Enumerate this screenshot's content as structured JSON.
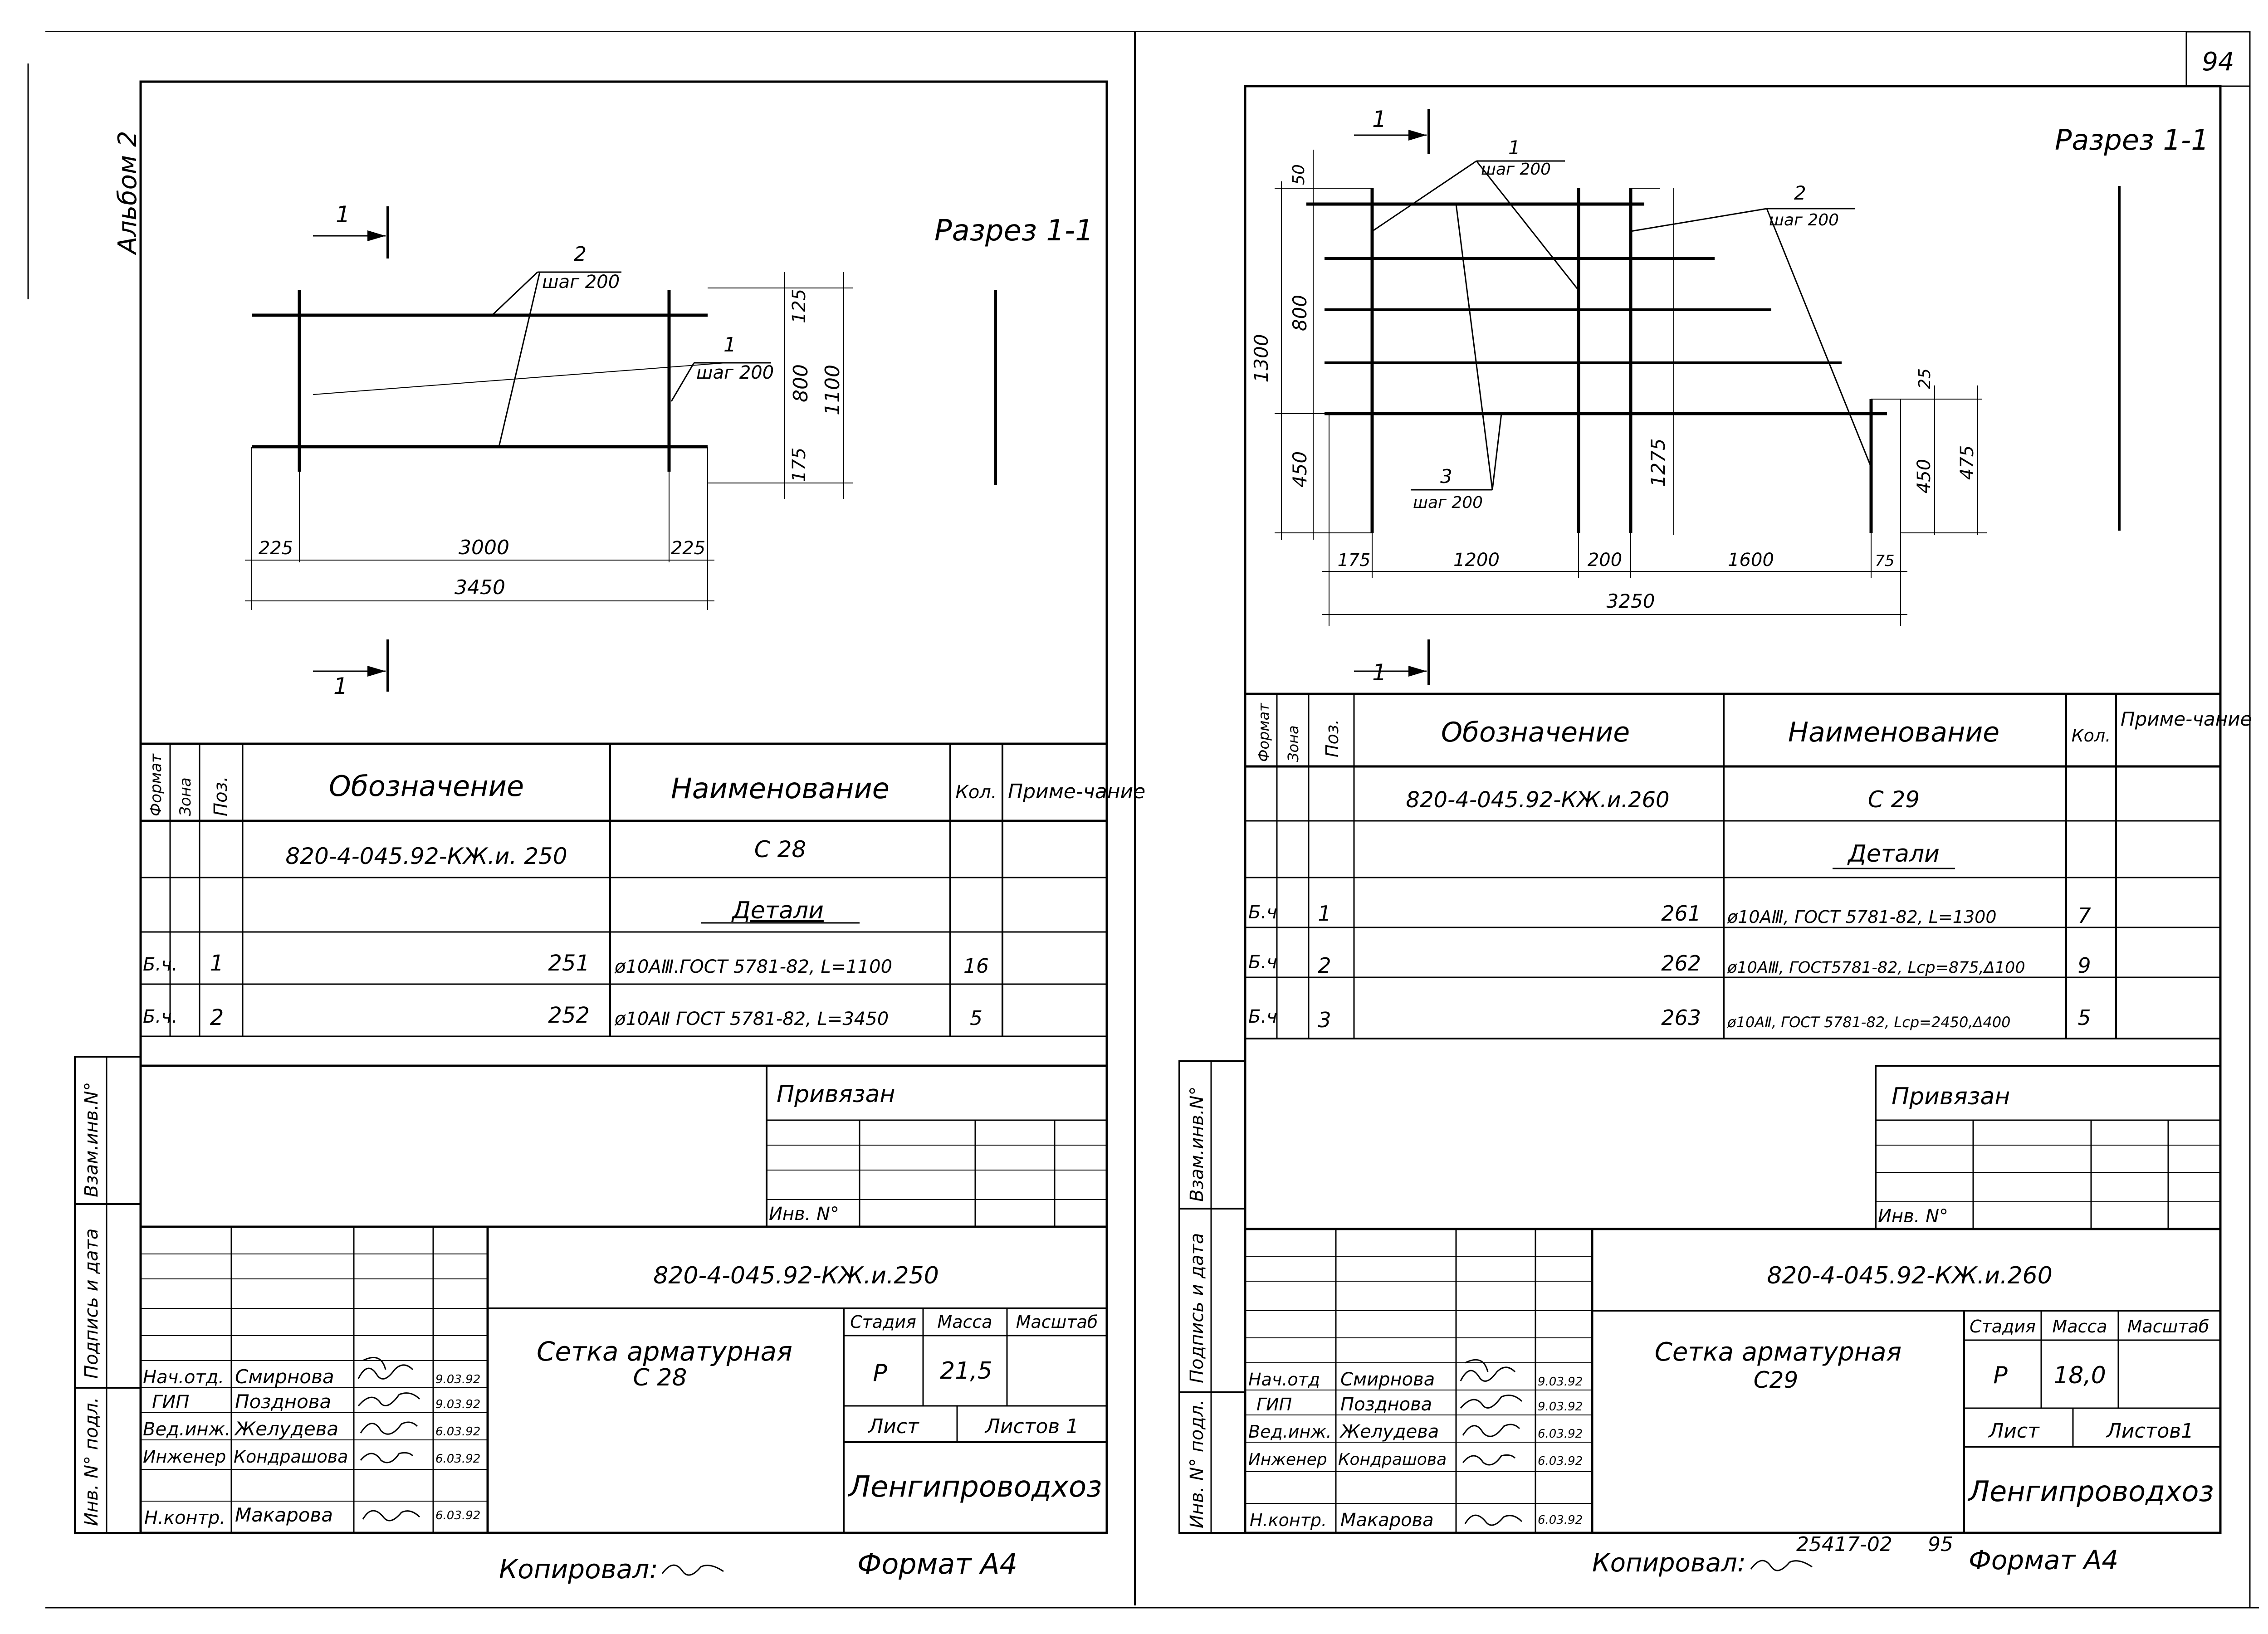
{
  "page_number": "94",
  "album": "Альбом 2",
  "left_sheet": {
    "section_title": "Разрез 1-1",
    "cut_mark": "1",
    "leader_1": {
      "pos": "1",
      "step": "шаг 200"
    },
    "leader_2": {
      "pos": "2",
      "step": "шаг 200"
    },
    "dims": {
      "top_125": "125",
      "mid_800": "800",
      "bot_175": "175",
      "total_1100": "1100",
      "left_225": "225",
      "span_3000": "3000",
      "right_225": "225",
      "total_3450": "3450"
    },
    "spec": {
      "headers": {
        "format": "Формат",
        "zone": "Зона",
        "pos": "Поз.",
        "designation": "Обозначение",
        "name": "Наименование",
        "qty": "Кол.",
        "note": "Приме-чание"
      },
      "item_designation": "820-4-045.92-КЖ.и. 250",
      "item_name": "С 28",
      "details_label": "Детали",
      "rows": [
        {
          "format": "Б.ч.",
          "pos": "1",
          "designation": "251",
          "name": "ø10АⅢ.ГОСТ 5781-82, L=1100",
          "qty": "16"
        },
        {
          "format": "Б.ч.",
          "pos": "2",
          "designation": "252",
          "name": "ø10АⅡ ГОСТ 5781-82, L=3450",
          "qty": "5"
        }
      ]
    },
    "bound_label": "Привязан",
    "inv_label": "Инв. N°",
    "doc_code": "820-4-045.92-КЖ.и.250",
    "title": "Сетка арматурная",
    "title_sub": "С 28",
    "stage_label": "Стадия",
    "mass_label": "Масса",
    "scale_label": "Масштаб",
    "stage": "Р",
    "mass": "21,5",
    "sheet_label": "Лист",
    "sheets_label": "Листов 1",
    "org": "Ленгипроводхоз",
    "staff": [
      {
        "role": "Нач.отд.",
        "name": "Смирнова",
        "date": "9.03.92"
      },
      {
        "role": "ГИП",
        "name": "Позднова",
        "date": "9.03.92"
      },
      {
        "role": "Вед.инж.",
        "name": "Желудева",
        "date": "6.03.92"
      },
      {
        "role": "Инженер",
        "name": "Кондрашова",
        "date": "6.03.92"
      },
      {
        "role": "Н.контр.",
        "name": "Макарова",
        "date": "6.03.92"
      }
    ],
    "copied_label": "Копировал:",
    "format_label": "Формат А4",
    "margin_labels": [
      "Взам.инв.N°",
      "Подпись и дата",
      "Инв. N° подл."
    ]
  },
  "right_sheet": {
    "section_title": "Разрез 1-1",
    "cut_mark": "1",
    "leader_1": {
      "pos": "1",
      "step": "шаг 200"
    },
    "leader_2": {
      "pos": "2",
      "step": "шаг 200"
    },
    "leader_3": {
      "pos": "3",
      "step": "шаг 200"
    },
    "dims": {
      "d50": "50",
      "d800": "800",
      "d1300": "1300",
      "d450": "450",
      "d1275": "1275",
      "d25": "25",
      "d450r": "450",
      "d475": "475",
      "d175": "175",
      "d1200": "1200",
      "d200": "200",
      "d1600": "1600",
      "d75": "75",
      "d3250": "3250"
    },
    "spec": {
      "headers": {
        "format": "Формат",
        "zone": "Зона",
        "pos": "Поз.",
        "designation": "Обозначение",
        "name": "Наименование",
        "qty": "Кол.",
        "note": "Приме-чание"
      },
      "item_designation": "820-4-045.92-КЖ.и.260",
      "item_name": "С 29",
      "details_label": "Детали",
      "rows": [
        {
          "format": "Б.ч",
          "pos": "1",
          "designation": "261",
          "name": "ø10АⅢ, ГОСТ 5781-82, L=1300",
          "qty": "7"
        },
        {
          "format": "Б.ч",
          "pos": "2",
          "designation": "262",
          "name": "ø10АⅢ, ГОСТ5781-82, Lср=875,Δ100",
          "qty": "9"
        },
        {
          "format": "Б.ч",
          "pos": "3",
          "designation": "263",
          "name": "ø10АⅡ, ГОСТ 5781-82, Lср=2450,Δ400",
          "qty": "5"
        }
      ]
    },
    "bound_label": "Привязан",
    "inv_label": "Инв. N°",
    "doc_code": "820-4-045.92-КЖ.и.260",
    "title": "Сетка арматурная",
    "title_sub": "С29",
    "stage_label": "Стадия",
    "mass_label": "Масса",
    "scale_label": "Масштаб",
    "stage": "Р",
    "mass": "18,0",
    "sheet_label": "Лист",
    "sheets_label": "Листов1",
    "org": "Ленгипроводхоз",
    "staff": [
      {
        "role": "Нач.отд",
        "name": "Смирнова",
        "date": "9.03.92"
      },
      {
        "role": "ГИП",
        "name": "Позднова",
        "date": "9.03.92"
      },
      {
        "role": "Вед.инж.",
        "name": "Желудева",
        "date": "6.03.92"
      },
      {
        "role": "Инженер",
        "name": "Кондрашова",
        "date": "6.03.92"
      },
      {
        "role": "Н.контр.",
        "name": "Макарова",
        "date": "6.03.92"
      }
    ],
    "copied_label": "Копировал:",
    "stamp_number": "25417-02",
    "stamp_page": "95",
    "format_label": "Формат А4",
    "margin_labels": [
      "Взам.инв.N°",
      "Подпись и дата",
      "Инв. N° подл."
    ]
  }
}
